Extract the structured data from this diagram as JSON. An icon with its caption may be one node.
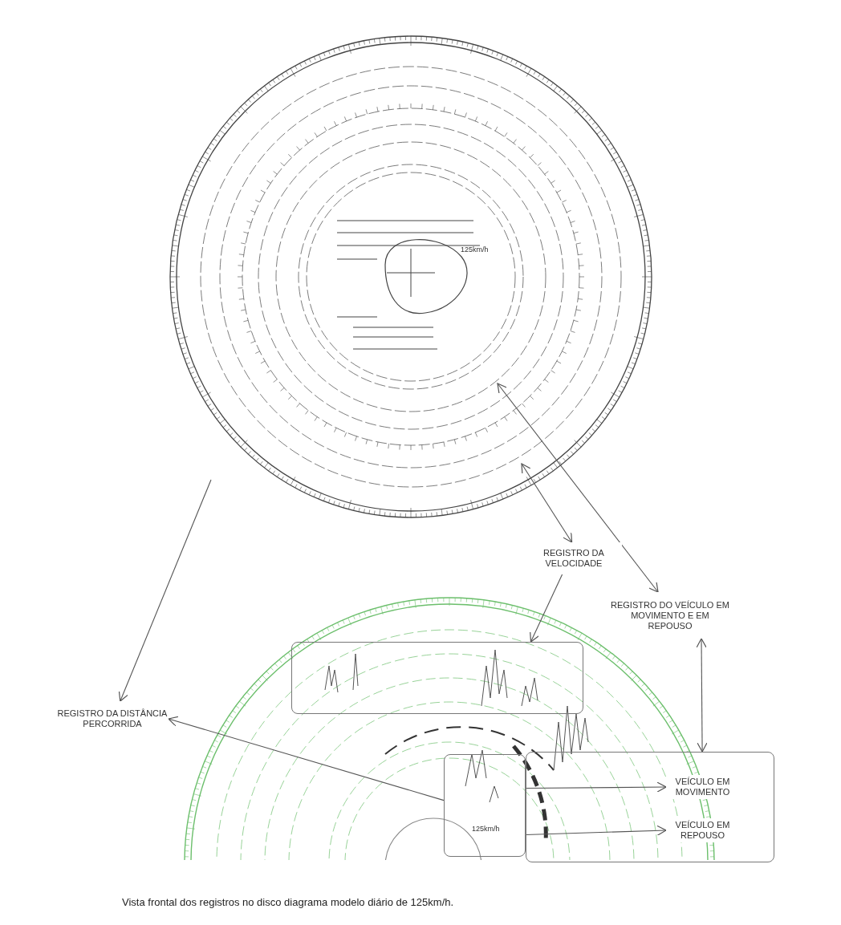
{
  "diagram": {
    "caption": "Vista frontal dos registros no  disco diagrama modelo diário de 125km/h.",
    "nodes": [
      {
        "text": [
          "REGISTRO DA VELOCIDADE"
        ]
      },
      {
        "text": [
          "REGISTRO DO VEÍCULO EM MOVIMENTO E EM REPOUSO"
        ]
      },
      {
        "text": [
          "REGISTRO DA DISTÂNCIA PERCORRIDA"
        ]
      },
      {
        "text": [],
        "shape": "box"
      },
      {
        "text": [],
        "shape": "box"
      },
      {
        "text": [],
        "shape": "box"
      },
      {
        "text": [
          "VEÍCULO EM MOVIMENTO"
        ],
        "in": 5
      },
      {
        "text": [
          "VEÍCULO EM REPOUSO"
        ],
        "in": 5
      }
    ],
    "edges": [
      {
        "from": 0,
        "to": null,
        "arrow": "both"
      },
      {
        "from": 0,
        "to": 3,
        "arrow": "to"
      },
      {
        "from": 1,
        "to": null,
        "arrow": "both"
      },
      {
        "from": 1,
        "to": 5,
        "arrow": "both"
      },
      {
        "from": null,
        "to": 2,
        "arrow": "to"
      },
      {
        "from": 4,
        "to": 2,
        "arrow": "to"
      },
      {
        "from": 5,
        "to": 6,
        "arrow": "to"
      },
      {
        "from": 5,
        "to": 7,
        "arrow": "to"
      }
    ],
    "labels": [
      "125km/h",
      "125km/h"
    ]
  }
}
